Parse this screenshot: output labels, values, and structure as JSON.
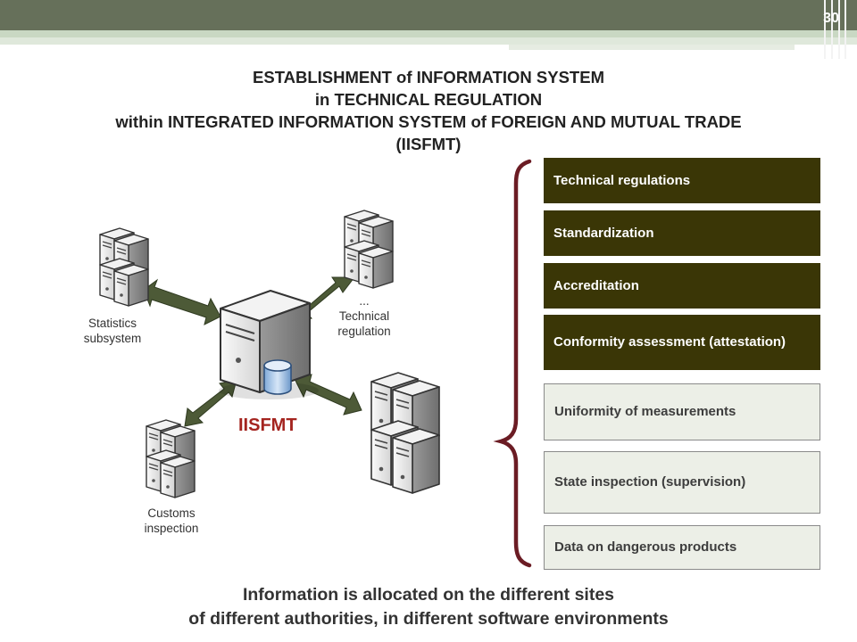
{
  "slide": {
    "page_number": "30"
  },
  "title": {
    "line1": "ESTABLISHMENT of INFORMATION SYSTEM",
    "line2": "in TECHNICAL REGULATION",
    "line3": "within INTEGRATED INFORMATION SYSTEM of  FOREIGN AND MUTUAL TRADE",
    "line4": "(IISFMT)"
  },
  "diagram": {
    "center_label": "IISFMT",
    "statistics": {
      "line1": "Statistics",
      "line2": "subsystem"
    },
    "technical": {
      "line1": "...",
      "line2": "Technical",
      "line3": "regulation"
    },
    "customs": {
      "line1": "Customs",
      "line2": "inspection"
    }
  },
  "boxes": [
    {
      "label": "Technical regulations",
      "style": "dark"
    },
    {
      "label": "Standardization",
      "style": "dark"
    },
    {
      "label": "Accreditation",
      "style": "dark"
    },
    {
      "label": "Conformity assessment (attestation)",
      "style": "dark"
    },
    {
      "label": "Uniformity of measurements",
      "style": "light"
    },
    {
      "label": "State inspection (supervision)",
      "style": "light"
    },
    {
      "label": "Data on dangerous products",
      "style": "light"
    }
  ],
  "footer": {
    "line1": "Information is allocated on the different sites",
    "line2": "of different authorities, in different software environments"
  },
  "colors": {
    "dark_box": "#3a3606",
    "accent_red": "#a4241f",
    "brace": "#6b1c24",
    "arrow": "#4d5a37"
  }
}
